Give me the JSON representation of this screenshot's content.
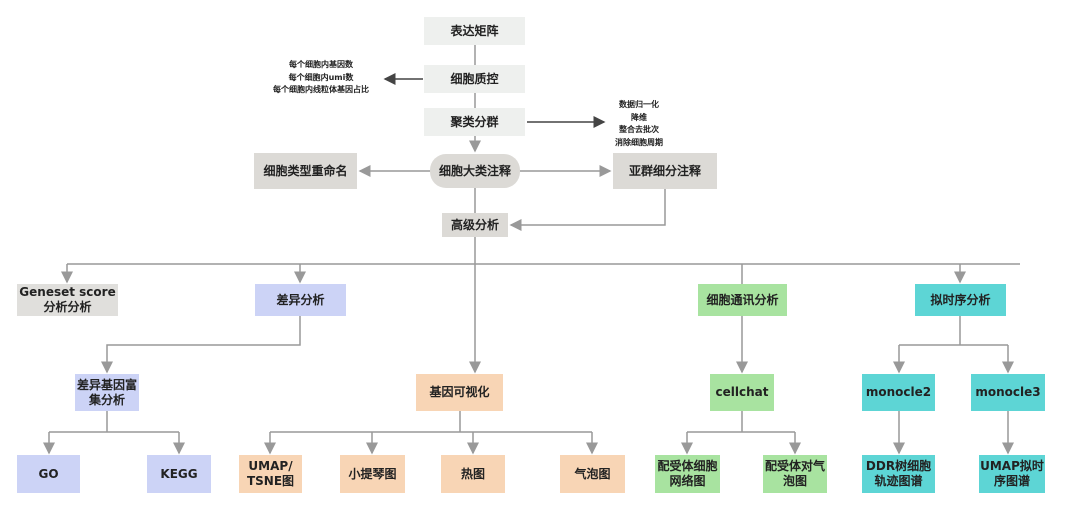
{
  "nodes": {
    "expression_matrix": "表达矩阵",
    "cell_qc": "细胞质控",
    "clustering": "聚类分群",
    "major_annotation": "细胞大类注释",
    "rename_cell_type": "细胞类型重命名",
    "subcluster_annotation": "亚群细分注释",
    "advanced_analysis": "高级分析",
    "geneset_score": "Geneset score 分析分析",
    "diff_analysis": "差异分析",
    "diff_enrichment": "差异基因富集分析",
    "go": "GO",
    "kegg": "KEGG",
    "gene_viz": "基因可视化",
    "umap_tsne": "UMAP/ TSNE图",
    "violin": "小提琴图",
    "heatmap": "热图",
    "bubble": "气泡图",
    "cell_comm": "细胞通讯分析",
    "cellchat": "cellchat",
    "lr_network": "配受体细胞网络图",
    "lr_bubble": "配受体对气泡图",
    "pseudotime": "拟时序分析",
    "monocle2": "monocle2",
    "monocle3": "monocle3",
    "ddr_tree": "DDR树细胞轨迹图谱",
    "umap_pseudotime": "UMAP拟时序图谱"
  },
  "notes": {
    "qc": [
      "每个细胞内基因数",
      "每个细胞内umi数",
      "每个细胞内线粒体基因占比"
    ],
    "clustering": [
      "数据归一化",
      "降维",
      "整合去批次",
      "消除细胞周期"
    ]
  },
  "colors": {
    "line": "#999999",
    "blue": "#ccd3f6",
    "orange": "#f8d5b5",
    "green": "#a8e3a0",
    "teal": "#5dd5d5",
    "gray": "#dcdad6"
  }
}
